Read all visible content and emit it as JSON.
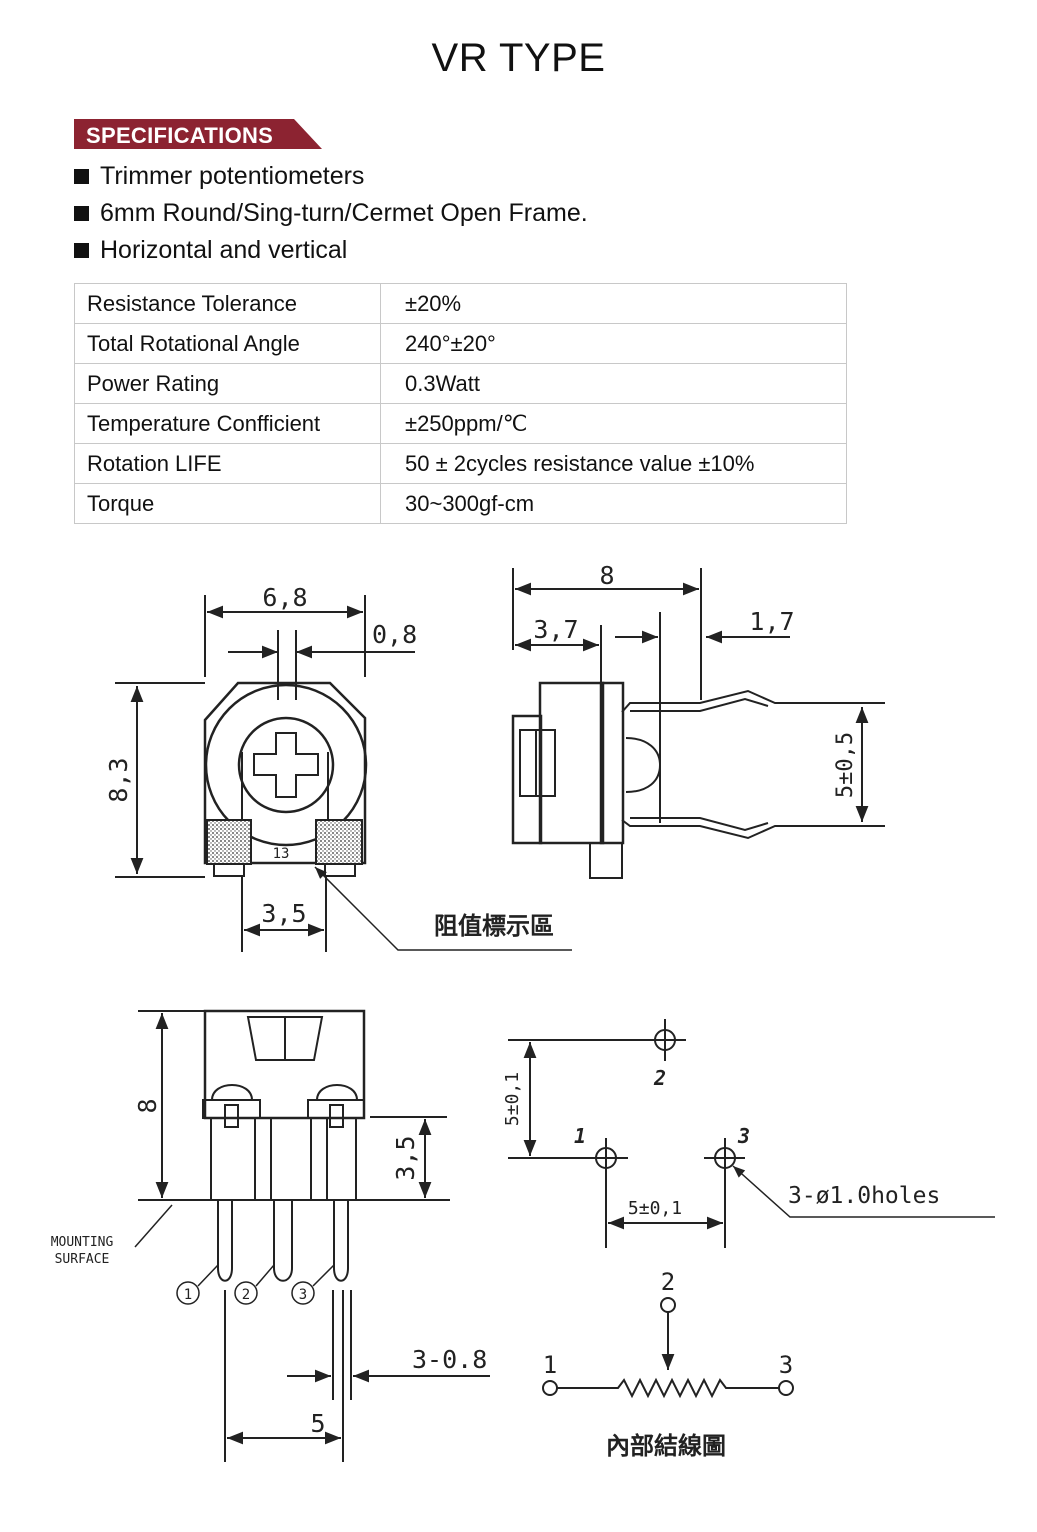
{
  "title": "VR TYPE",
  "section_label": "SPECIFICATIONS",
  "bullets": [
    "Trimmer potentiometers",
    "6mm Round/Sing-turn/Cermet Open Frame.",
    "Horizontal and vertical"
  ],
  "specs": [
    {
      "key": "Resistance  Tolerance",
      "value": "±20%"
    },
    {
      "key": "Total Rotational Angle",
      "value": "240°±20°"
    },
    {
      "key": "Power Rating",
      "value": "0.3Watt"
    },
    {
      "key": "Temperature Confficient",
      "value": "±250ppm/℃"
    },
    {
      "key": "Rotation LIFE",
      "value": "50 ± 2cycles resistance value ±10%"
    },
    {
      "key": "Torque",
      "value": "30~300gf-cm"
    }
  ],
  "drawing_labels": {
    "front_width": "6,8",
    "slot_width": "0,8",
    "front_height": "8,3",
    "pin_pitch_front": "3,5",
    "marking_code": "13",
    "marking_note": "阻值標示區",
    "side_width": "8",
    "side_offset_left": "3,7",
    "side_offset_right": "1,7",
    "side_lead_spacing": "5±0,5",
    "bottom_height": "8",
    "bottom_pin_len": "3,5",
    "mounting_surface": "MOUNTING\nSURFACE",
    "pin_1": "1",
    "pin_2": "2",
    "pin_3": "3",
    "pin_width": "3-0.8",
    "pin_pitch_bottom": "5",
    "hole_v_spacing": "5±0,1",
    "hole_h_spacing": "5±0,1",
    "holes_note": "3-ø1.0holes",
    "schem_1": "1",
    "schem_2": "2",
    "schem_3": "3",
    "schematic_note": "內部結線圖"
  },
  "colors": {
    "accent": "#8c2331",
    "line": "#222222",
    "table_border": "#c8c8c8"
  }
}
